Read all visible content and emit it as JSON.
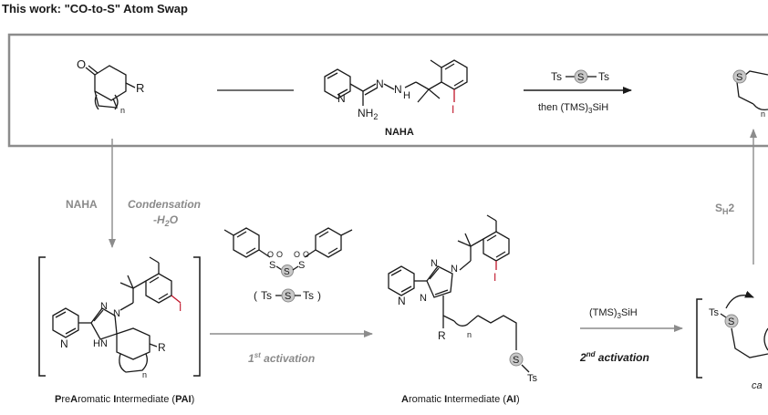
{
  "title": "This work: \"CO-to-S\" Atom Swap",
  "colors": {
    "frame": "#8c8c8c",
    "gray_text": "#8a8a8a",
    "iodine": "#c0152a",
    "sulfur_fill": "#c8c8c8",
    "text": "#1a1a1a"
  },
  "top_box": {
    "ketone_o": "O",
    "ketone_r": "R",
    "ketone_n": "n",
    "naha_n1": "N",
    "naha_n2": "N",
    "naha_nh": "H",
    "naha_nh2": "NH",
    "naha_nh2_sub": "2",
    "naha_i": "I",
    "naha_label": "NAHA",
    "reagent_ts_left": "Ts",
    "reagent_s": "S",
    "reagent_ts_right": "Ts",
    "then_text": "then (TMS)",
    "then_sub": "3",
    "then_suffix": "SiH",
    "product_s": "S",
    "product_n": "n"
  },
  "steps": {
    "naha_side": "NAHA",
    "condensation": "Condensation",
    "water": "-H",
    "water_sub": "2",
    "water_tail": "O",
    "sh2": "S",
    "sh2_sub": "H",
    "sh2_tail": "2"
  },
  "pai": {
    "n1": "N",
    "n2": "N",
    "n3": "N",
    "hn": "HN",
    "i": "I",
    "r": "R",
    "n": "n",
    "label_bold1": "P",
    "label_rest1": "re",
    "label_bold2": "A",
    "label_rest2": "romatic ",
    "label_bold3": "I",
    "label_rest3": "ntermediate (",
    "label_bold4": "PAI",
    "label_end": ")"
  },
  "disulfone": {
    "s_left": "S",
    "s_mid": "S",
    "s_right": "S",
    "o": "O",
    "formula_open": "(",
    "formula_ts1": "Ts",
    "formula_s": "S",
    "formula_ts2": "Ts",
    "formula_close": ")",
    "act1_num": "1",
    "act1_sup": "st",
    "act1_text": " activation"
  },
  "ai": {
    "n1": "N",
    "n2": "N",
    "n3": "N",
    "n4": "N",
    "i": "I",
    "r": "R",
    "n": "n",
    "s": "S",
    "ts": "Ts",
    "label_bold1": "A",
    "label_rest1": "romatic ",
    "label_bold2": "I",
    "label_rest2": "ntermediate (",
    "label_bold3": "AI",
    "label_end": ")"
  },
  "second": {
    "reagent": "(TMS)",
    "reagent_sub": "3",
    "reagent_tail": "SiH",
    "act2_num": "2",
    "act2_sup": "nd",
    "act2_text": " activation"
  },
  "right_edge": {
    "ts": "Ts",
    "s": "S",
    "partial_label": "ca"
  }
}
